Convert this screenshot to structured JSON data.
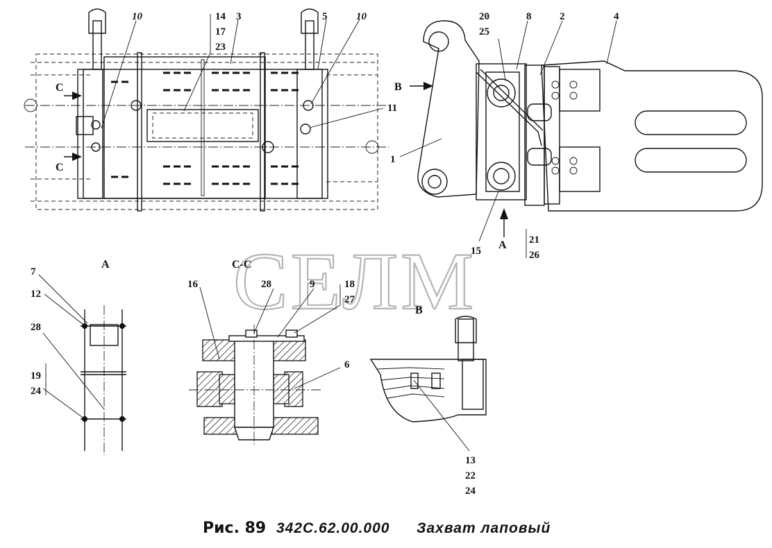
{
  "watermark": "СЕЛМ",
  "caption": {
    "figure": "Рис. 89",
    "code": "342С.62.00.000",
    "name": "Захват лаповый"
  },
  "views": {
    "a": "А",
    "cc": "С-С",
    "b": "В",
    "c_top": "С",
    "c_bottom": "С",
    "arrow_b": "В",
    "arrow_a": "А"
  },
  "callouts": {
    "main": {
      "n10_left": "10",
      "n14": "14",
      "n17": "17",
      "n23": "23",
      "n3": "3",
      "n5": "5",
      "n10_right": "10",
      "n11": "11"
    },
    "side": {
      "n20": "20",
      "n25": "25",
      "n8": "8",
      "n2": "2",
      "n4": "4",
      "n1": "1",
      "n15": "15",
      "n21": "21",
      "n26": "26"
    },
    "view_a": {
      "n7": "7",
      "n12": "12",
      "n28": "28",
      "n19": "19",
      "n24": "24"
    },
    "view_cc": {
      "n16": "16",
      "n28": "28",
      "n9": "9",
      "n18": "18",
      "n27": "27",
      "n6": "6"
    },
    "view_b": {
      "n13": "13",
      "n22": "22",
      "n24": "24"
    }
  }
}
